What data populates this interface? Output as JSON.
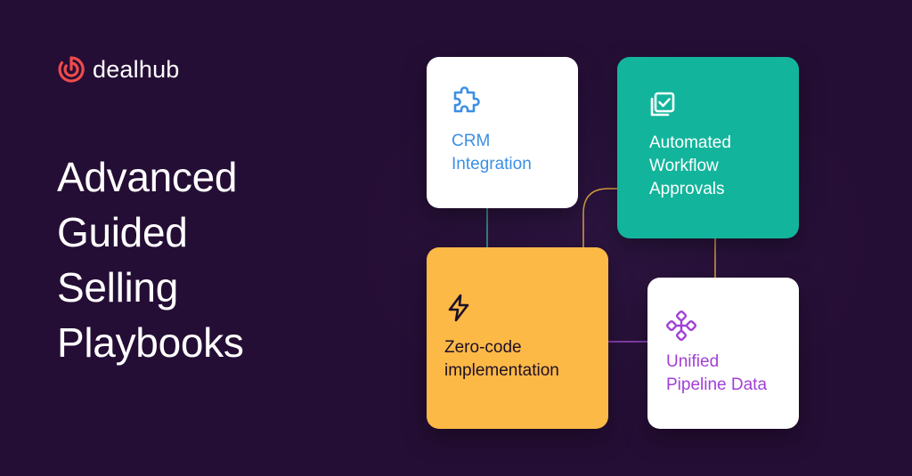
{
  "brand": {
    "name": "dealhub",
    "logo_icon": "dealhub-logo-icon",
    "logo_color": "#ef4b4b"
  },
  "headline": {
    "lines": [
      "Advanced",
      "Guided",
      "Selling",
      "Playbooks"
    ]
  },
  "cards": {
    "crm": {
      "icon": "puzzle-icon",
      "lines": [
        "CRM",
        "Integration"
      ],
      "text_color": "#3c8fe6",
      "bg": "#ffffff"
    },
    "automated": {
      "icon": "approval-check-icon",
      "lines": [
        "Automated",
        "Workflow",
        "Approvals"
      ],
      "text_color": "#ffffff",
      "bg": "#12b59b"
    },
    "zero_code": {
      "icon": "lightning-icon",
      "lines": [
        "Zero-code",
        "implementation"
      ],
      "text_color": "#1d0f27",
      "bg": "#fdb946"
    },
    "pipeline": {
      "icon": "network-nodes-icon",
      "lines": [
        "Unified",
        "Pipeline Data"
      ],
      "text_color": "#a140d6",
      "bg": "#ffffff"
    }
  },
  "colors": {
    "background": "#250e35",
    "connector_teal": "#3aa793",
    "connector_gold": "#d9a343",
    "connector_purple": "#9f4bd1"
  }
}
